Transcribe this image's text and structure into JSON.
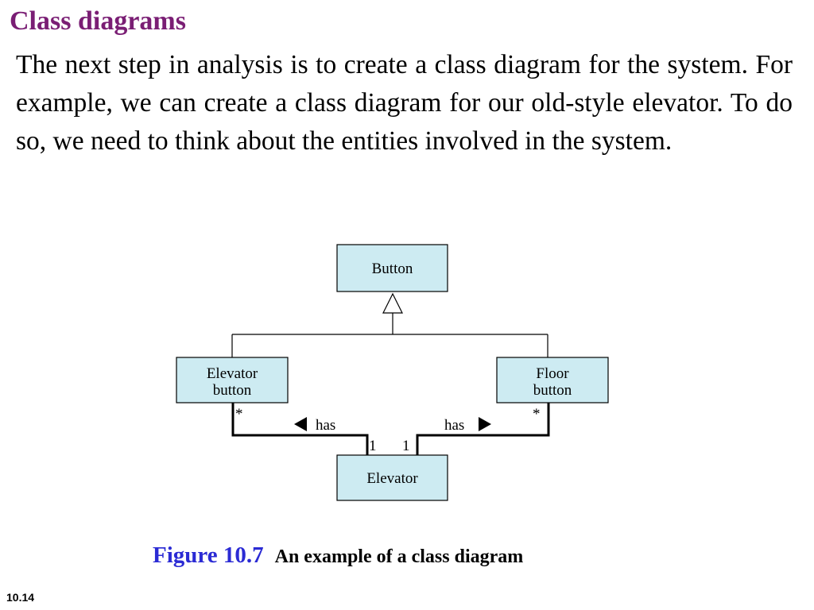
{
  "slide": {
    "title": "Class diagrams",
    "body": "The next step in analysis is to create a class diagram for the system. For example, we can create a class diagram for our old-style elevator. To do so, we need to think about the entities involved in the system.",
    "page_number": "10.14"
  },
  "diagram": {
    "classes": {
      "button": "Button",
      "elevator_button_line1": "Elevator",
      "elevator_button_line2": "button",
      "floor_button_line1": "Floor",
      "floor_button_line2": "button",
      "elevator": "Elevator"
    },
    "associations": {
      "left_label": "has",
      "right_label": "has",
      "left_multiplicity_top": "*",
      "right_multiplicity_top": "*",
      "left_multiplicity_bottom": "1",
      "right_multiplicity_bottom": "1"
    },
    "colors": {
      "class_box_fill": "#cdebf2",
      "title": "#7a1e74",
      "figure_number": "#2b2bd4"
    }
  },
  "figure": {
    "number": "Figure 10.7",
    "caption": "An example of a class diagram"
  }
}
